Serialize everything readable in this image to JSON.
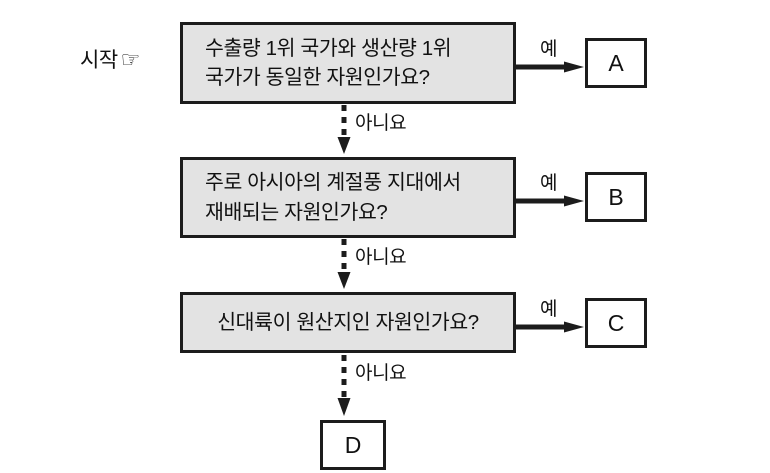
{
  "diagram": {
    "start": {
      "label": "시작",
      "icon": "pointing-hand-right-icon",
      "glyph": "☞"
    },
    "questions": [
      {
        "id": "Q1",
        "lines": [
          "수출량 1위 국가와 생산량 1위",
          "국가가 동일한 자원인가요?"
        ]
      },
      {
        "id": "Q2",
        "lines": [
          "주로 아시아의 계절풍 지대에서",
          "재배되는 자원인가요?"
        ]
      },
      {
        "id": "Q3",
        "lines": [
          "신대륙이 원산지인 자원인가요?"
        ]
      }
    ],
    "results": [
      {
        "id": "A",
        "label": "A"
      },
      {
        "id": "B",
        "label": "B"
      },
      {
        "id": "C",
        "label": "C"
      },
      {
        "id": "D",
        "label": "D"
      }
    ],
    "edges": {
      "yes_label": "예",
      "no_label": "아니요"
    },
    "colors": {
      "question_fill": "#e3e3e3",
      "stroke": "#1c1c1c",
      "result_fill": "#ffffff",
      "background": "#ffffff"
    }
  }
}
